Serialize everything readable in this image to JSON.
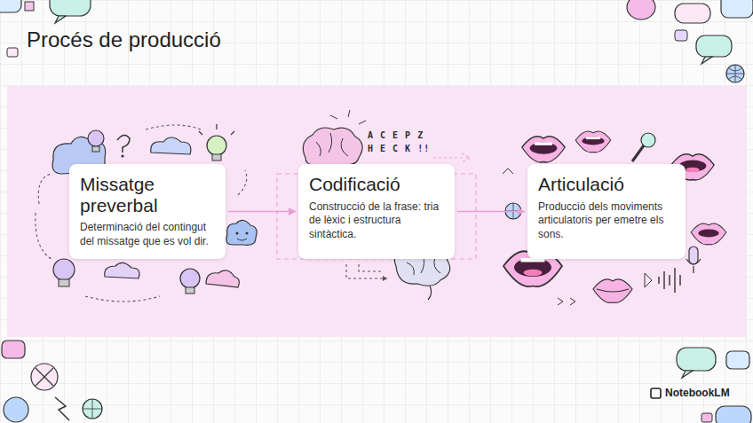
{
  "diagram": {
    "title": "Procés de producció",
    "nodes": [
      {
        "text": [
          "Missatge preverbal",
          "Determinació del contingut del missatge que es vol dir."
        ]
      },
      {
        "text": [
          "Codificació",
          "Construcció de la frase: tria de lèxic i estructura sintàctica."
        ]
      },
      {
        "text": [
          "Articulació",
          "Producció dels moviments articulatoris per emetre els sons."
        ]
      }
    ],
    "edges": [
      {
        "from": 0,
        "to": 1,
        "arrow": "to"
      },
      {
        "from": 1,
        "to": 2,
        "arrow": "to"
      }
    ],
    "labels": [
      "A C E P Z",
      "H E C K !!",
      "NotebookLM"
    ]
  }
}
